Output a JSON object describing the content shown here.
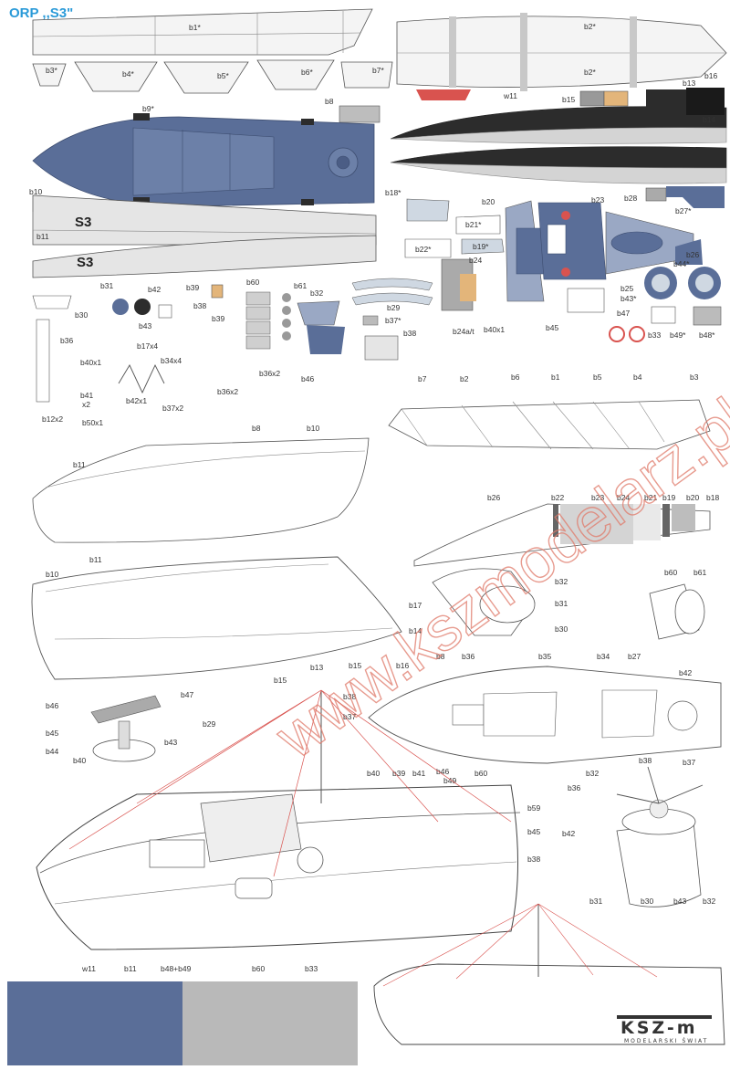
{
  "title": "ORP ,,S3\"",
  "colors": {
    "blue": "#5a6e98",
    "grey": "#b9b9b9",
    "dark": "#2c2c2c",
    "line": "#555555",
    "red": "#d9534f",
    "wood": "#e3b57a"
  },
  "labels": {
    "b1": "b1*",
    "b2a": "b2*",
    "b2b": "b2*",
    "b3": "b3*",
    "b4": "b4*",
    "b5": "b5*",
    "b6": "b6*",
    "b7": "b7*",
    "b8": "b8",
    "b9": "b9*",
    "b10": "b10",
    "b11": "b11",
    "b12": "b12x2",
    "b13": "b13",
    "b14": "b14",
    "b15": "b15",
    "b16": "b16",
    "b18": "b18*",
    "b19": "b19*",
    "b20": "b20",
    "b21": "b21*",
    "b22": "b22*",
    "b23": "b23",
    "b24": "b24",
    "b24a": "b24a/t",
    "b25": "b25",
    "b26": "b26",
    "b27": "b27*",
    "b28": "b28",
    "b29": "b29",
    "b30": "b30",
    "b31": "b31",
    "b32": "b32",
    "b33": "b33",
    "b34": "b34x4",
    "b35": "b36x2",
    "b36": "b36",
    "b37": "b37*",
    "b37x2": "b37x2",
    "b38": "b38",
    "b39": "b39",
    "b40": "b40x1",
    "b41": "b41",
    "b41b": "x2",
    "b42": "b42",
    "b42x1": "b42x1",
    "b43": "b43",
    "b43s": "b43*",
    "b44": "b44*",
    "b45": "b45",
    "b46": "b46",
    "b47": "b47",
    "b48": "b48*",
    "b49": "b49*",
    "b50": "b50x1",
    "b60": "b60",
    "b61": "b61",
    "b17": "b17x4",
    "b36x2": "b36x2",
    "w11": "w11",
    "s3": "S3"
  },
  "diagram_labels": {
    "deck_top": [
      "b7",
      "b2",
      "b6",
      "b1",
      "b5",
      "b4",
      "b3"
    ],
    "strip": [
      "b26",
      "b22",
      "b23",
      "b24",
      "b21",
      "b19",
      "b20",
      "b18"
    ],
    "hull_side": [
      "b8",
      "b10",
      "b11"
    ],
    "hull_persp": [
      "b10",
      "b11",
      "b17",
      "b14",
      "b16",
      "b15",
      "b13",
      "b15"
    ],
    "bridge": [
      "b32",
      "b31",
      "b30"
    ],
    "rings": [
      "b60",
      "b61",
      "b42"
    ],
    "deck_plan": [
      "b38",
      "b37",
      "b40",
      "b39",
      "b41",
      "b46",
      "b49",
      "b60",
      "b32",
      "b8",
      "b36",
      "b35",
      "b34",
      "b27"
    ],
    "gun": [
      "b46",
      "b45",
      "b44",
      "b40",
      "b47",
      "b43"
    ],
    "turret": [
      "b36",
      "b38",
      "b37",
      "b42",
      "b31",
      "b30",
      "b43",
      "b32"
    ],
    "main_model": [
      "b29",
      "b59",
      "b45",
      "b38",
      "w11",
      "b11",
      "b48+b49",
      "b60",
      "b33"
    ]
  },
  "watermark": "www.kszmodelarz.pl",
  "logo": {
    "main": "KSZ-m",
    "sub": "MODELARSKI ŚWIAT"
  }
}
